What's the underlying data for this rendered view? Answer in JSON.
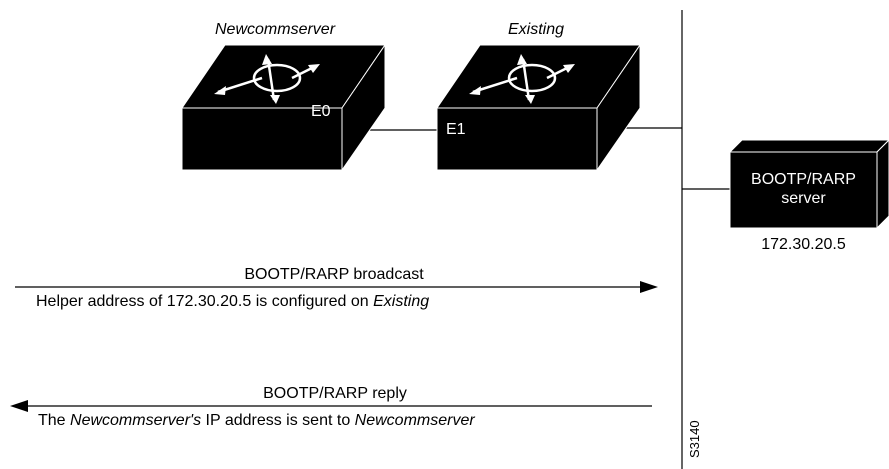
{
  "routers": {
    "left": {
      "name": "Newcommserver",
      "port": "E0"
    },
    "right": {
      "name": "Existing",
      "port": "E1"
    }
  },
  "server": {
    "line1": "BOOTP/RARP",
    "line2": "server",
    "ip": "172.30.20.5"
  },
  "broadcast": {
    "title": "BOOTP/RARP broadcast",
    "caption_prefix": "Helper address  of 172.30.20.5 is configured on ",
    "caption_italic": "Existing"
  },
  "reply": {
    "title": "BOOTP/RARP reply",
    "caption_part1": "The ",
    "caption_italic1": "Newcommserver's",
    "caption_part2": " IP address is sent to ",
    "caption_italic2": "Newcommserver"
  },
  "figure_id": "S3140",
  "colors": {
    "device": "#000000",
    "device_text": "#ffffff",
    "line": "#000000"
  }
}
